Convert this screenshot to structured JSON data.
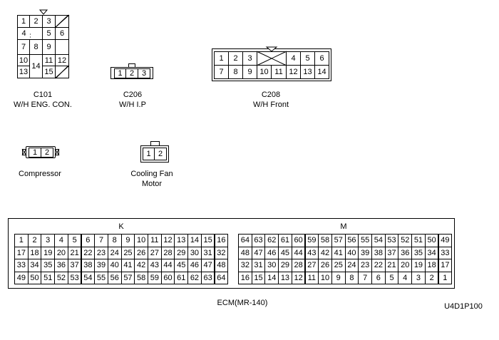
{
  "c101": {
    "id": "C101",
    "desc": "W/H ENG. CON.",
    "pins": [
      "1",
      "2",
      "3",
      "4",
      "5",
      "6",
      "7",
      "8",
      "9",
      "10",
      "11",
      "12",
      "13",
      "14",
      "15"
    ]
  },
  "c206": {
    "id": "C206",
    "desc": "W/H I.P",
    "pins": [
      "1",
      "2",
      "3"
    ]
  },
  "c208": {
    "id": "C208",
    "desc": "W/H Front",
    "row1": [
      "1",
      "2",
      "3",
      "4",
      "5",
      "6"
    ],
    "row2": [
      "7",
      "8",
      "9",
      "10",
      "11",
      "12",
      "13",
      "14"
    ]
  },
  "compressor": {
    "label": "Compressor",
    "pins": [
      "1",
      "2"
    ]
  },
  "cooling_fan": {
    "label_line1": "Cooling Fan",
    "label_line2": "Motor",
    "pins": [
      "1",
      "2"
    ]
  },
  "ecm": {
    "label": "ECM(MR-140)",
    "k_label": "K",
    "m_label": "M",
    "k_rows": [
      [
        "1",
        "2",
        "3",
        "4",
        "5",
        "6",
        "7",
        "8",
        "9",
        "10",
        "11",
        "12",
        "13",
        "14",
        "15",
        "16"
      ],
      [
        "17",
        "18",
        "19",
        "20",
        "21",
        "22",
        "23",
        "24",
        "25",
        "26",
        "27",
        "28",
        "29",
        "30",
        "31",
        "32"
      ],
      [
        "33",
        "34",
        "35",
        "36",
        "37",
        "38",
        "39",
        "40",
        "41",
        "42",
        "43",
        "44",
        "45",
        "46",
        "47",
        "48"
      ],
      [
        "49",
        "50",
        "51",
        "52",
        "53",
        "54",
        "55",
        "56",
        "57",
        "58",
        "59",
        "60",
        "61",
        "62",
        "63",
        "64"
      ]
    ],
    "m_rows": [
      [
        "64",
        "63",
        "62",
        "61",
        "60",
        "59",
        "58",
        "57",
        "56",
        "55",
        "54",
        "53",
        "52",
        "51",
        "50",
        "49"
      ],
      [
        "48",
        "47",
        "46",
        "45",
        "44",
        "43",
        "42",
        "41",
        "40",
        "39",
        "38",
        "37",
        "36",
        "35",
        "34",
        "33"
      ],
      [
        "32",
        "31",
        "30",
        "29",
        "28",
        "27",
        "26",
        "25",
        "24",
        "23",
        "22",
        "21",
        "20",
        "19",
        "18",
        "17"
      ],
      [
        "16",
        "15",
        "14",
        "13",
        "12",
        "11",
        "10",
        "9",
        "8",
        "7",
        "6",
        "5",
        "4",
        "3",
        "2",
        "1"
      ]
    ]
  },
  "figure_code": "U4D1P100"
}
